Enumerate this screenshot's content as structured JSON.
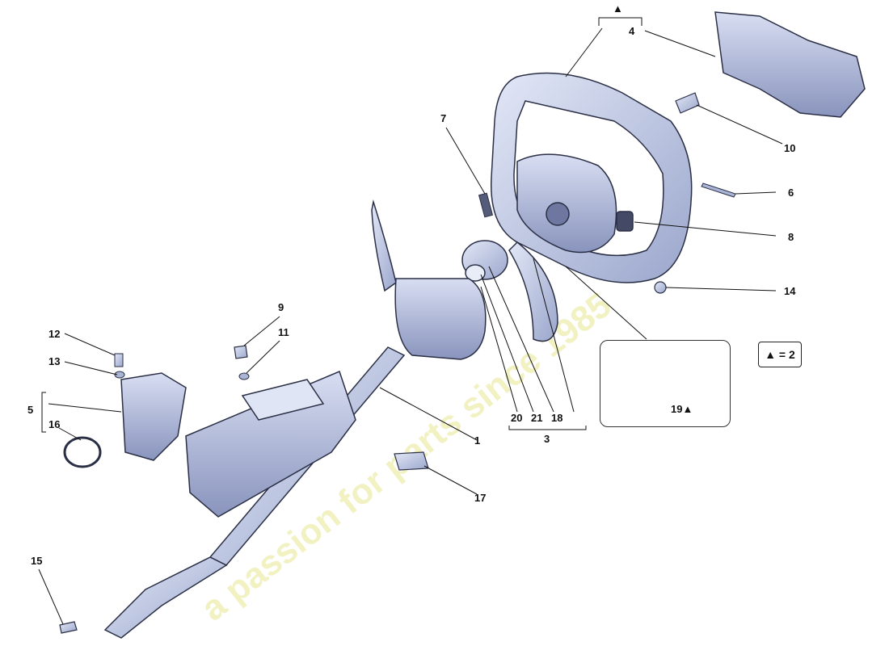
{
  "callouts": {
    "c1": "1",
    "c3": "3",
    "c4": "4",
    "c5": "5",
    "c6": "6",
    "c7": "7",
    "c8": "8",
    "c9": "9",
    "c10": "10",
    "c11": "11",
    "c12": "12",
    "c13": "13",
    "c14": "14",
    "c15": "15",
    "c16": "16",
    "c17": "17",
    "c18": "18",
    "c19": "19▲",
    "c20": "20",
    "c21": "21",
    "top_marker": "▲"
  },
  "legend": {
    "text": "▲ = 2"
  },
  "watermark": {
    "line": "a passion for parts since 1985"
  },
  "colors": {
    "part_fill": "#c8d2ec",
    "part_stroke": "#2a2f45",
    "leader": "#111111",
    "watermark": "#e6e678"
  }
}
